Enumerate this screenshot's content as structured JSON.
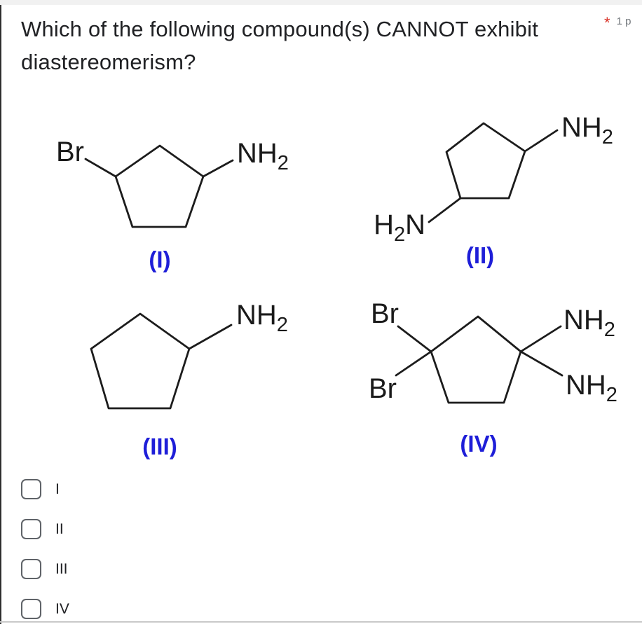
{
  "question": {
    "line1": "Which of the following compound(s) CANNOT exhibit",
    "line2": "diastereomerism?",
    "required_marker": "*",
    "points_label": "1 p"
  },
  "figures": {
    "atoms": {
      "br": "Br",
      "nh": "NH",
      "h": "H",
      "n": "N",
      "sub2": "2"
    },
    "compound1": {
      "label": "(I)",
      "structure": "cyclopentane ring with Br upper-left and NH2 upper-right (1,3)"
    },
    "compound2": {
      "label": "(II)",
      "structure": "cyclopentane ring with NH2 upper-right and H2N lower-left (1,3)"
    },
    "compound3": {
      "label": "(III)",
      "structure": "cyclopentane ring with single NH2 upper-right"
    },
    "compound4": {
      "label": "(IV)",
      "structure": "cyclopentane ring with two Br on left carbon and two NH2 on right carbon (geminal)"
    }
  },
  "options": [
    {
      "label": "I",
      "checked": false
    },
    {
      "label": "II",
      "checked": false
    },
    {
      "label": "III",
      "checked": false
    },
    {
      "label": "IV",
      "checked": false
    }
  ],
  "colors": {
    "label_blue": "#1e1ed8",
    "required_red": "#d93025",
    "points_grey": "#70757a",
    "question_text": "#202124",
    "bond_black": "#1c1c1c",
    "checkbox_border": "#5f6368"
  }
}
